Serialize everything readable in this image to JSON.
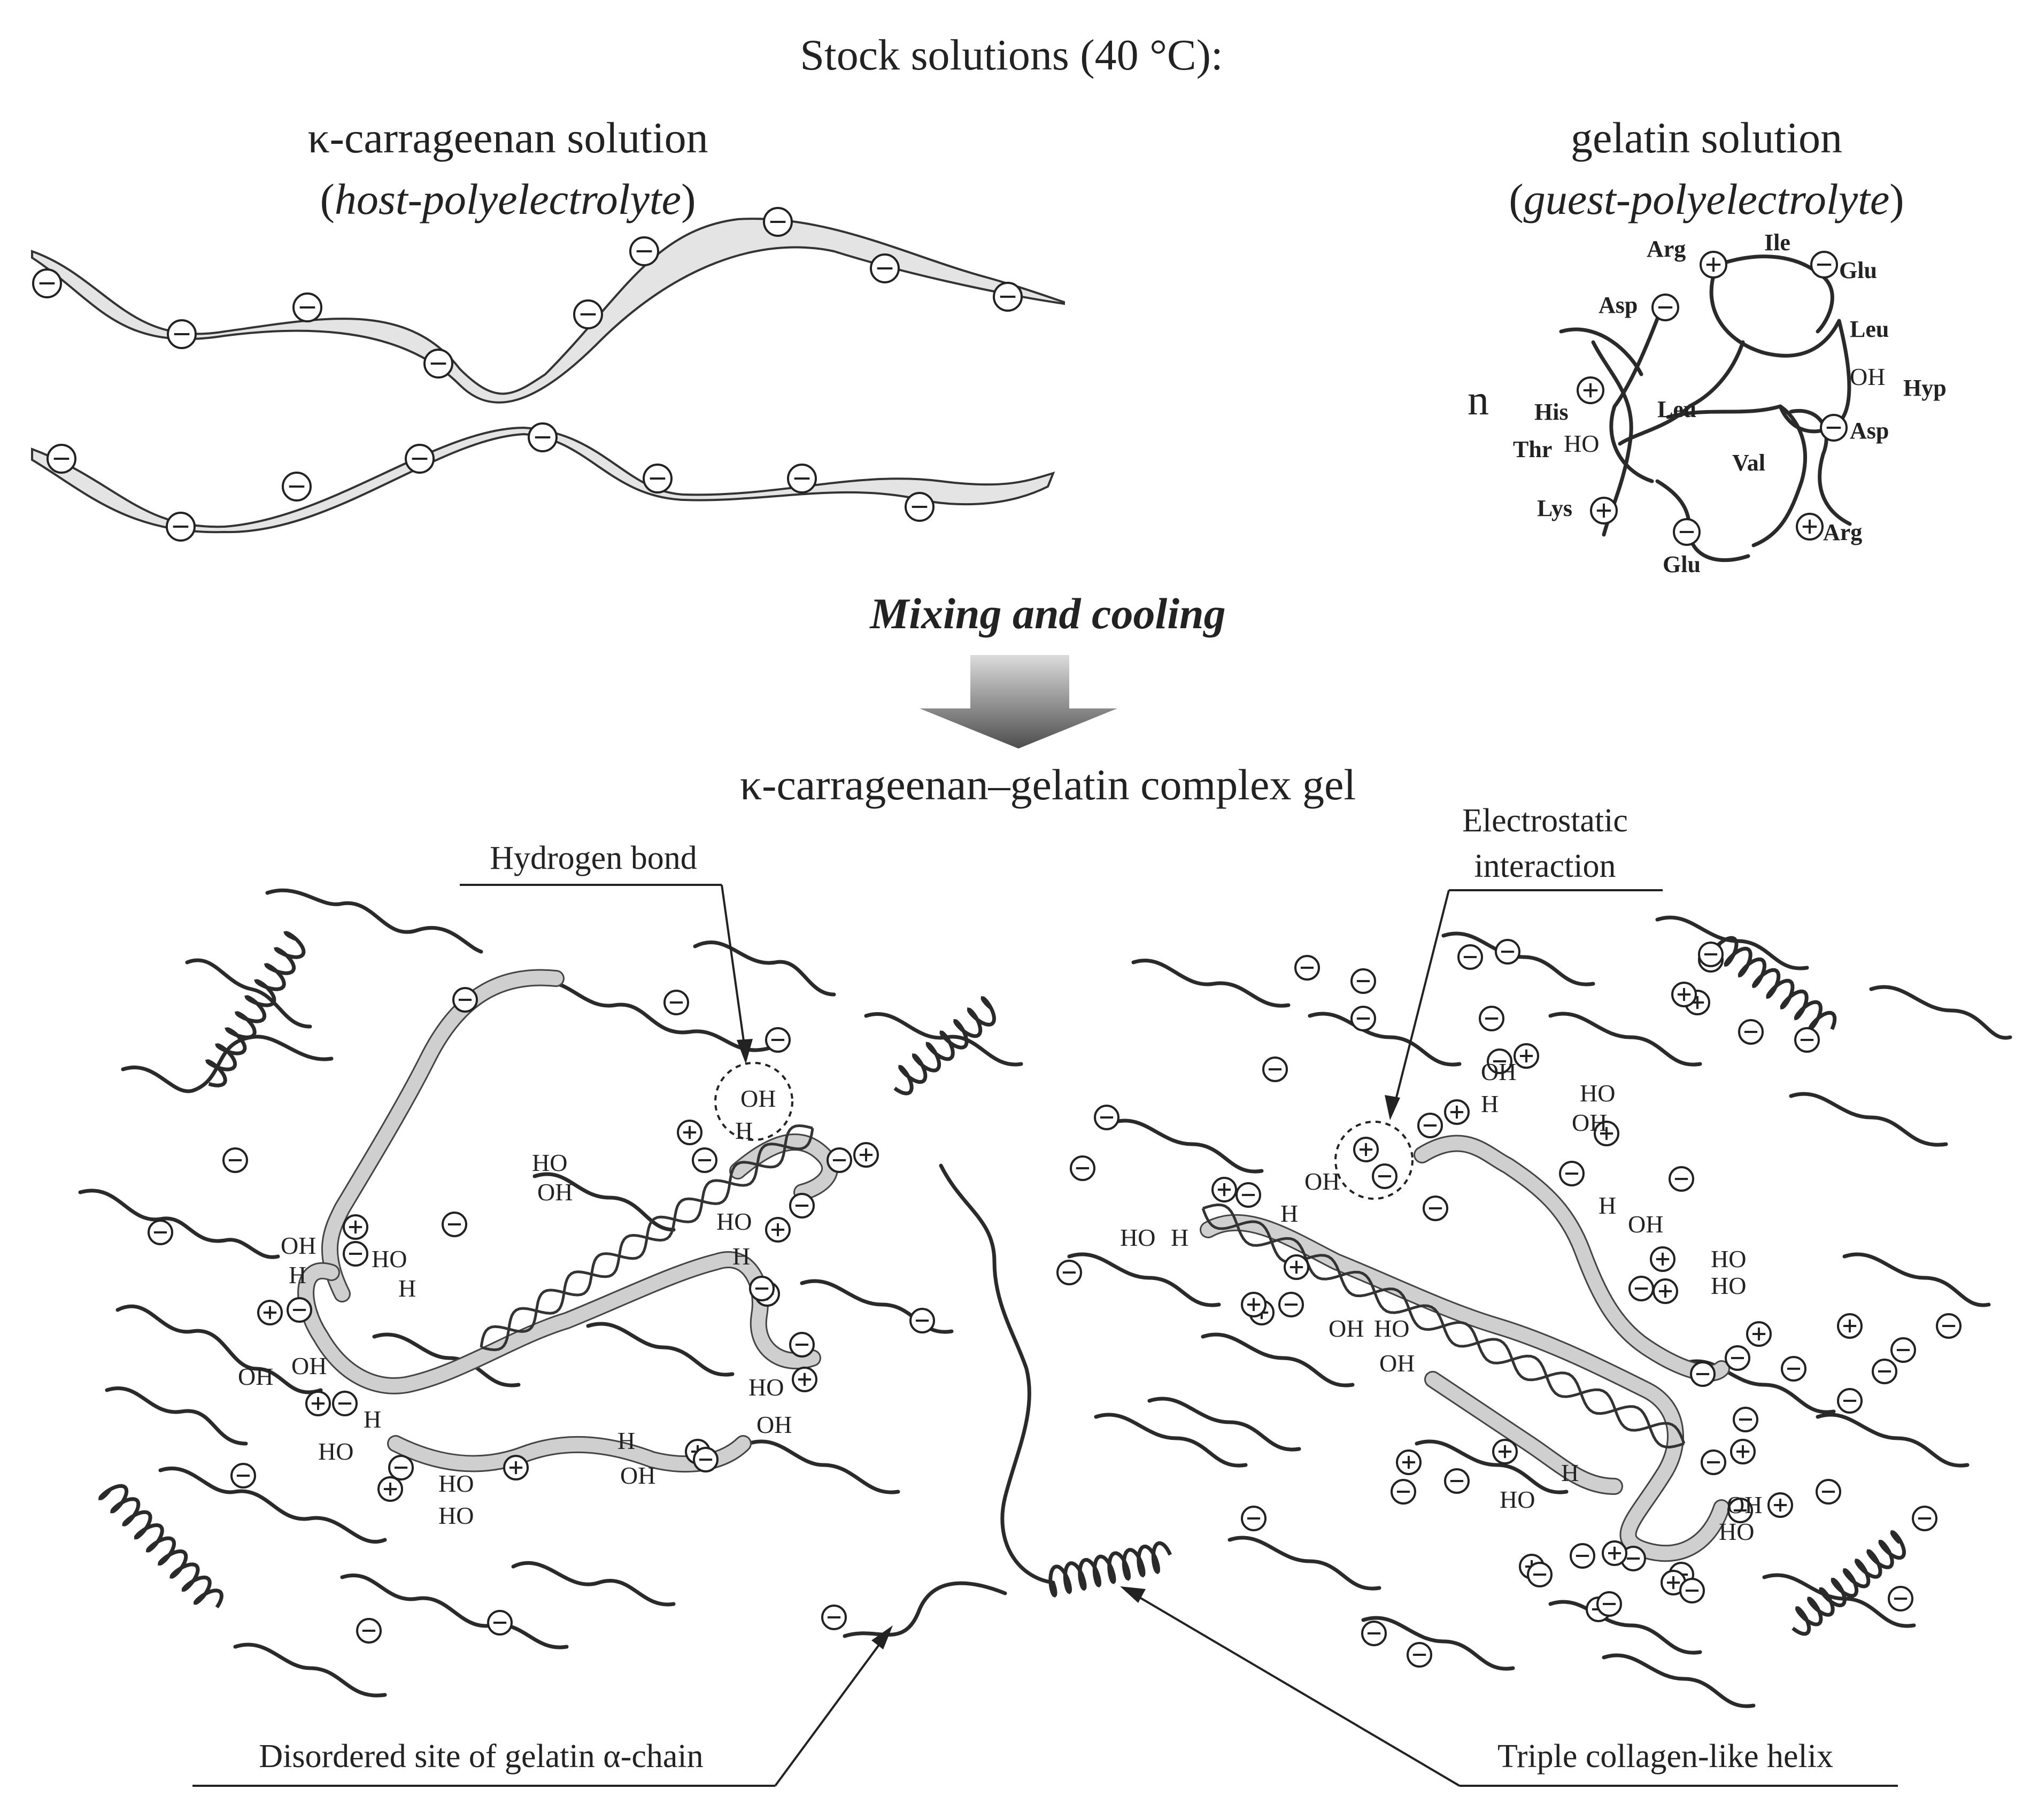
{
  "title": "Stock solutions (40 °C):",
  "host": {
    "name": "κ-carrageenan solution",
    "role": "host-polyelectrolyte"
  },
  "guest": {
    "name": "gelatin solution",
    "role": "guest-polyelectrolyte",
    "repeat_symbol": "n",
    "residues": [
      "Arg",
      "Ile",
      "Glu",
      "Asp",
      "Leu",
      "OH",
      "Hyp",
      "His",
      "Leu",
      "Asp",
      "Thr",
      "HO",
      "Val",
      "Lys",
      "Arg",
      "Glu"
    ]
  },
  "process": {
    "step": "Mixing and cooling"
  },
  "result": {
    "title": "κ-carrageenan–gelatin complex gel"
  },
  "callouts": {
    "hydrogen_bond": "Hydrogen bond",
    "electrostatic_line1": "Electrostatic",
    "electrostatic_line2": "interaction",
    "disordered": "Disordered site of gelatin α-chain",
    "triple_helix": "Triple collagen-like helix"
  },
  "symbols": {
    "minus": "−",
    "plus": "+",
    "oh": "OH",
    "ho": "HO",
    "h": "H"
  },
  "colors": {
    "line": "#2a2a2a",
    "ribbon_fill": "#e4e4e4",
    "band_fill": "#cfcfcf",
    "arrow_top": "#d8d8d8",
    "arrow_bottom": "#555555"
  }
}
